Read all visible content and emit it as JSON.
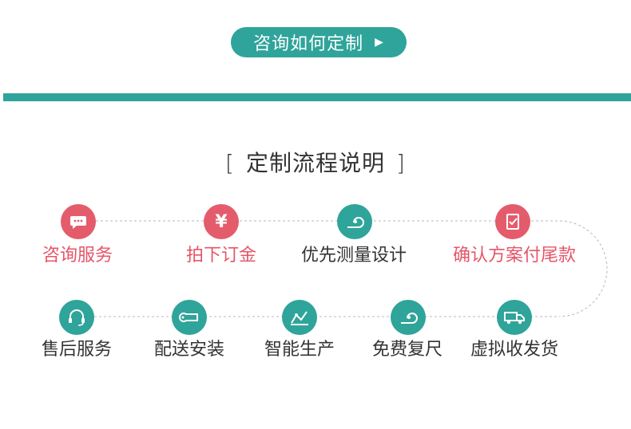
{
  "cta": {
    "label": "咨询如何定制"
  },
  "section": {
    "title": "定制流程说明",
    "bracket_left": "[",
    "bracket_right": "]"
  },
  "colors": {
    "accent_green": "#2fa49a",
    "accent_red": "#e45c6c",
    "text_dark": "#333333"
  },
  "steps_row1": [
    {
      "label": "咨询服务",
      "icon": "chat-icon",
      "color": "red"
    },
    {
      "label": "拍下订金",
      "icon": "yen-icon",
      "color": "red"
    },
    {
      "label": "优先测量设计",
      "icon": "tape-measure-icon",
      "color": "green"
    },
    {
      "label": "确认方案付尾款",
      "icon": "checklist-icon",
      "color": "red"
    }
  ],
  "steps_row2": [
    {
      "label": "售后服务",
      "icon": "headset-icon",
      "color": "green"
    },
    {
      "label": "配送安装",
      "icon": "wrench-icon",
      "color": "green"
    },
    {
      "label": "智能生产",
      "icon": "machine-arm-icon",
      "color": "green"
    },
    {
      "label": "免费复尺",
      "icon": "tape-measure-icon",
      "color": "green"
    },
    {
      "label": "虚拟收发货",
      "icon": "truck-icon",
      "color": "green"
    }
  ]
}
